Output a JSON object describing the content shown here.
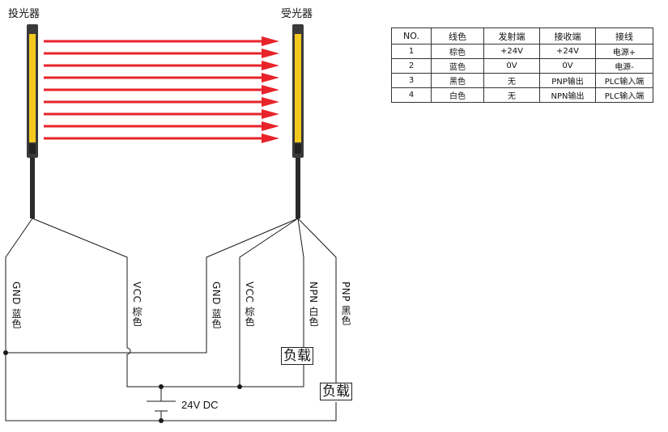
{
  "labels": {
    "emitter": "投光器",
    "receiver": "受光器",
    "dc_supply": "24V DC",
    "load_npn": "负载",
    "load_pnp": "负载"
  },
  "wires": {
    "emitter_gnd": "GND 蓝色",
    "emitter_vcc": "VCC 棕色",
    "receiver_gnd": "GND 蓝色",
    "receiver_vcc": "VCC 棕色",
    "receiver_npn": "NPN 白色",
    "receiver_pnp": "PNP 黑色"
  },
  "table": {
    "headers": [
      "NO.",
      "线色",
      "发射端",
      "接收端",
      "接线"
    ],
    "rows": [
      [
        "1",
        "棕色",
        "+24V",
        "+24V",
        "电源+"
      ],
      [
        "2",
        "蓝色",
        "0V",
        "0V",
        "电源-"
      ],
      [
        "3",
        "黑色",
        "无",
        "PNP输出",
        "PLC输入端"
      ],
      [
        "4",
        "白色",
        "无",
        "NPN输出",
        "PLC输入端"
      ]
    ]
  },
  "colors": {
    "sensor_body": "#f4c91e",
    "sensor_frame": "#3a3a3a",
    "beam": "#e8232a",
    "wire": "#1a1a1a"
  },
  "icons": {
    "beam_arrow": "arrow-right-icon",
    "junction": "junction-dot-icon",
    "dc_source": "battery-icon"
  }
}
